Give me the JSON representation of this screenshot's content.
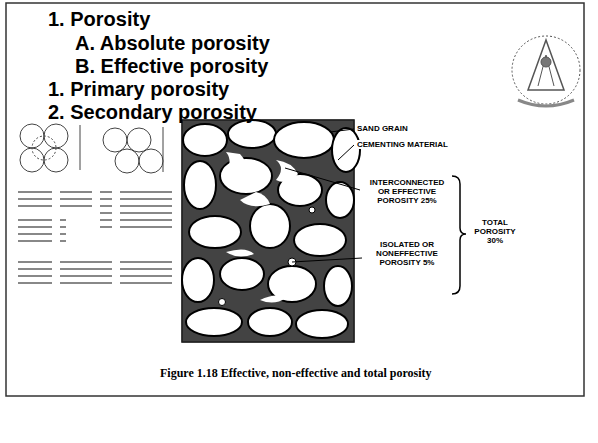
{
  "diagram": {
    "title": "1. Porosity",
    "caption": "Figure 1.18 Effective, non-effective and total porosity",
    "labels": [
      "A. Absolute porosity",
      "B. Effective porosity",
      "1. Primary porosity",
      "2. Secondary porosity",
      "SAND GRAIN",
      "CEMENTING MATERIAL",
      "INTERCONNECTED OR EFFECTIVE POROSITY 25%",
      "ISOLATED OR NONEFFECTIVE POROSITY 5%",
      "TOTAL POROSITY 30%"
    ]
  }
}
